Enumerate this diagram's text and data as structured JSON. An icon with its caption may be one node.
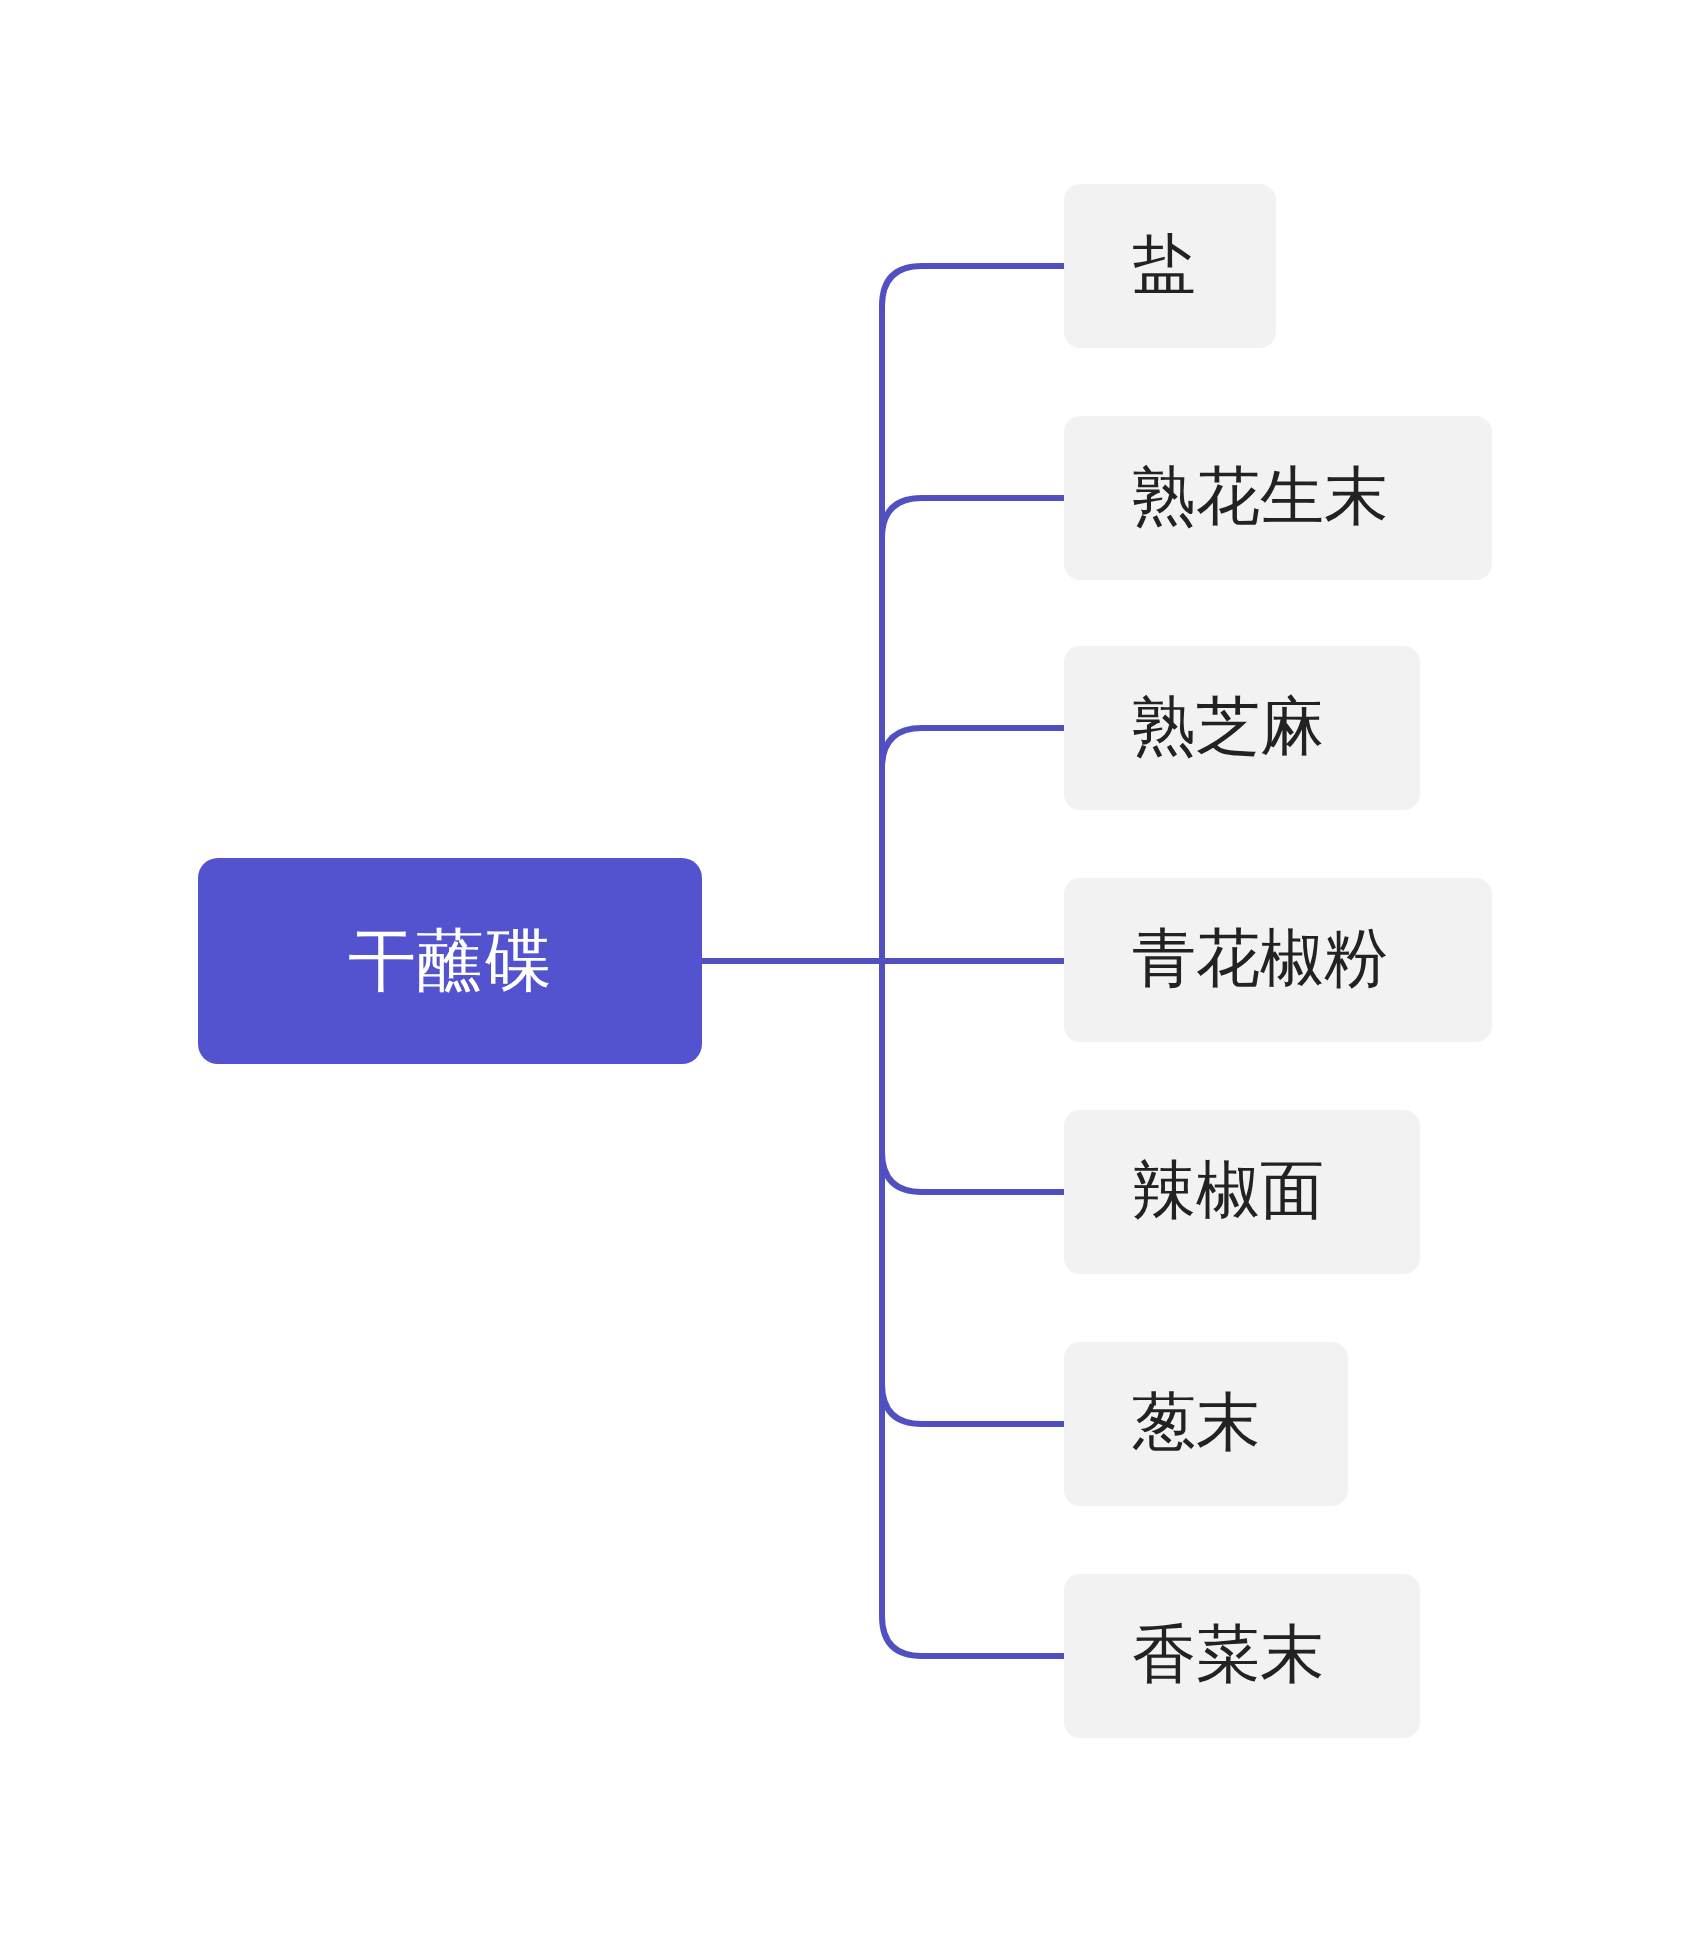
{
  "diagram": {
    "nodes": [
      {
        "text": [
          "干蘸碟"
        ]
      },
      {
        "text": [
          "盐"
        ]
      },
      {
        "text": [
          "熟花生末"
        ]
      },
      {
        "text": [
          "熟芝麻"
        ]
      },
      {
        "text": [
          "青花椒粉"
        ]
      },
      {
        "text": [
          "辣椒面"
        ]
      },
      {
        "text": [
          "葱末"
        ]
      },
      {
        "text": [
          "香菜末"
        ]
      }
    ],
    "edges": [
      {
        "from": 0,
        "to": 1,
        "arrow": "none"
      },
      {
        "from": 0,
        "to": 2,
        "arrow": "none"
      },
      {
        "from": 0,
        "to": 3,
        "arrow": "none"
      },
      {
        "from": 0,
        "to": 4,
        "arrow": "none"
      },
      {
        "from": 0,
        "to": 5,
        "arrow": "none"
      },
      {
        "from": 0,
        "to": 6,
        "arrow": "none"
      },
      {
        "from": 0,
        "to": 7,
        "arrow": "none"
      }
    ]
  }
}
